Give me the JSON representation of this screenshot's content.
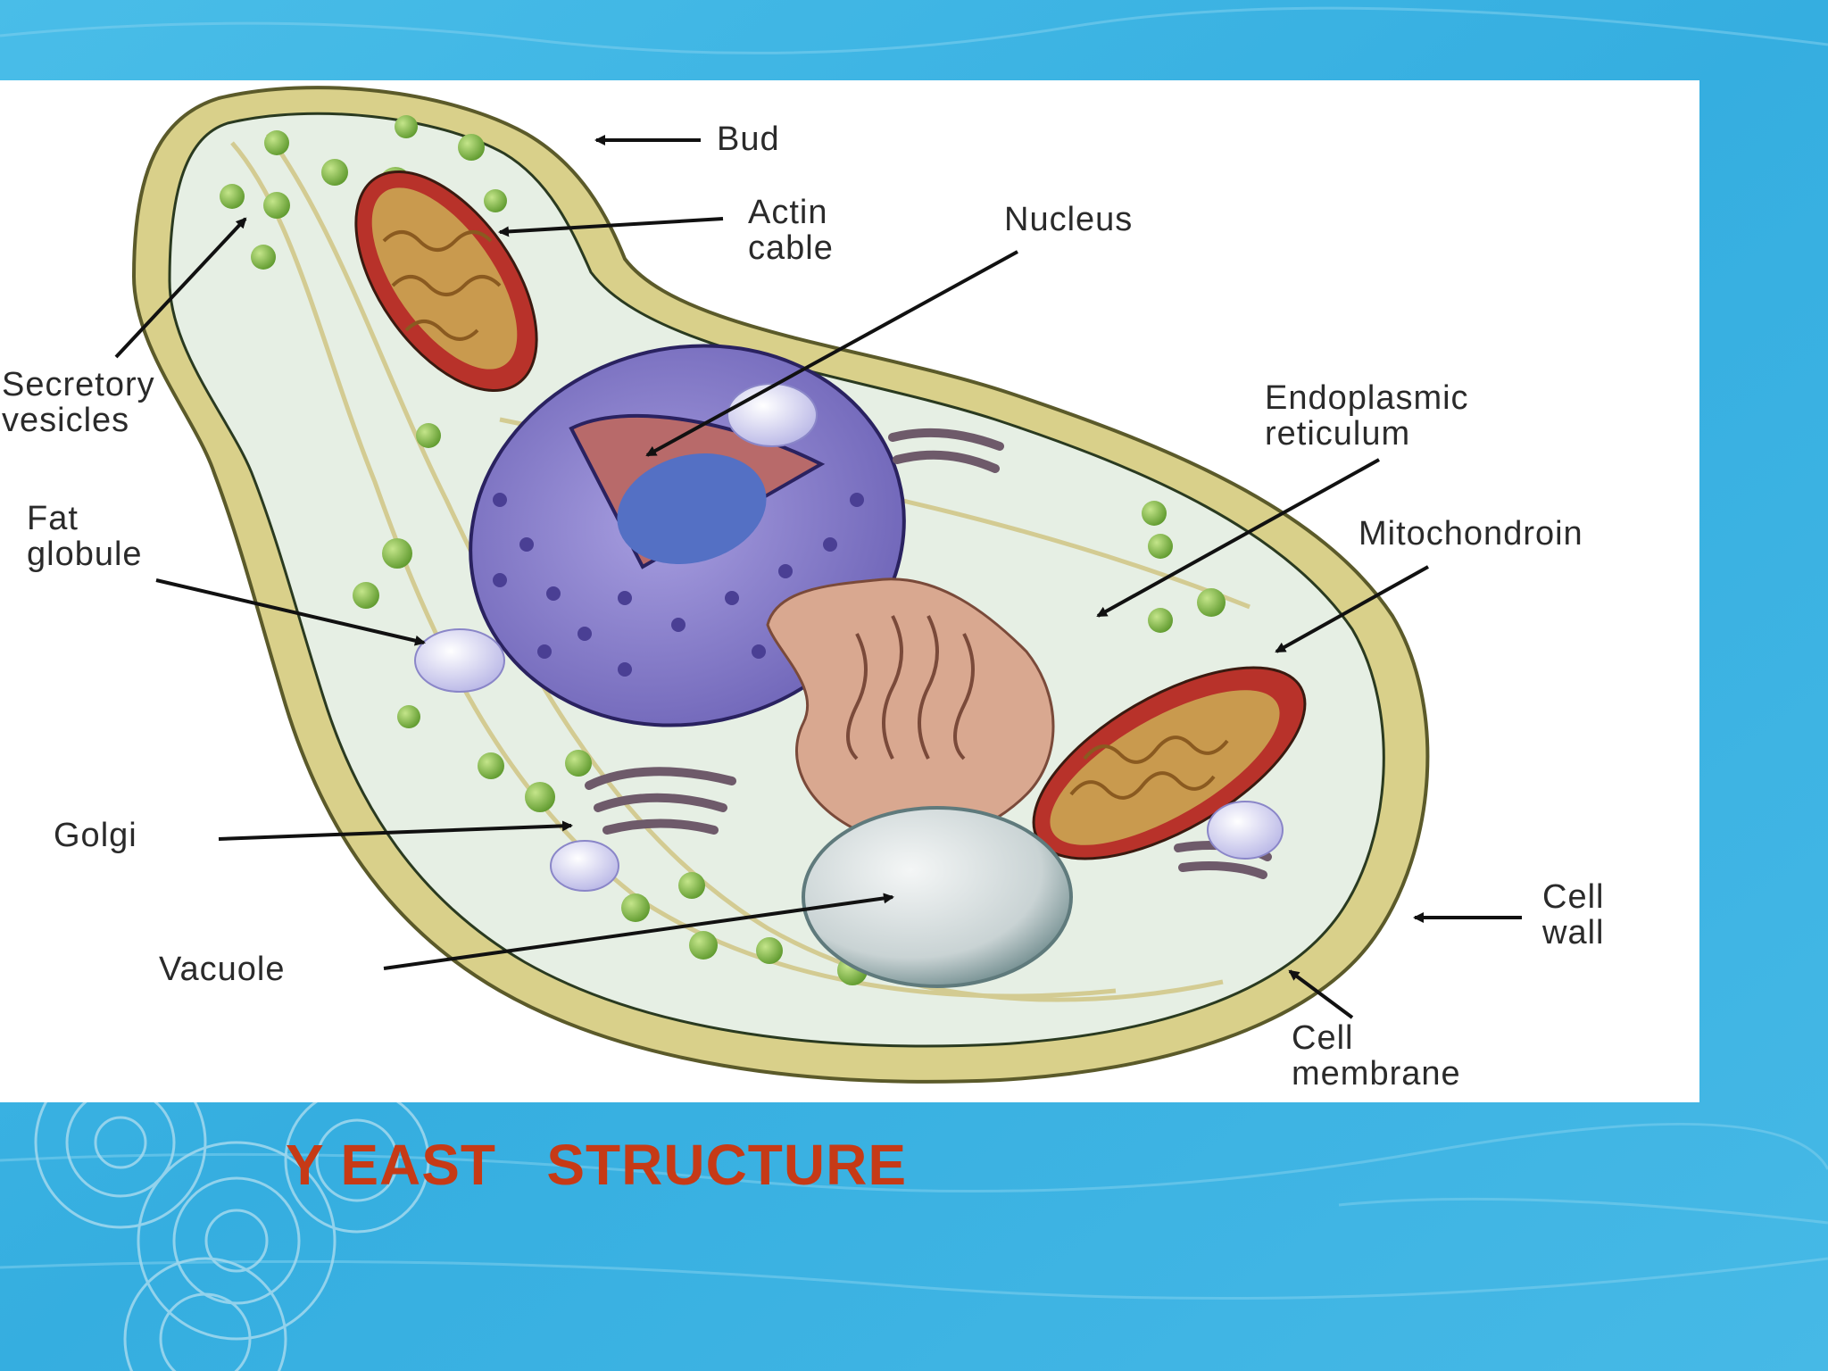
{
  "slide": {
    "title": "Y EAST   STRUCTURE",
    "title_color": "#c63a16",
    "background_color": "#3fb6e4"
  },
  "diagram": {
    "labels": {
      "bud": "Bud",
      "actin_1": "Actin",
      "actin_2": "cable",
      "nucleus": "Nucleus",
      "secretory_1": "Secretory",
      "secretory_2": "vesicles",
      "er_1": "Endoplasmic",
      "er_2": "reticulum",
      "fat_1": "Fat",
      "fat_2": "globule",
      "mito": "Mitochondroin",
      "golgi": "Golgi",
      "vacuole": "Vacuole",
      "wall_1": "Cell",
      "wall_2": "wall",
      "membrane_1": "Cell",
      "membrane_2": "membrane"
    },
    "colors": {
      "cell_wall": "#d9d08a",
      "cytoplasm": "#e6efe4",
      "nucleus": "#8b82cc",
      "mitochondrion": "#b8322a",
      "vesicle": "#7fb743",
      "er": "#d9a890",
      "golgi": "#9a7f8f",
      "vacuole": "#b9c6c7"
    }
  }
}
